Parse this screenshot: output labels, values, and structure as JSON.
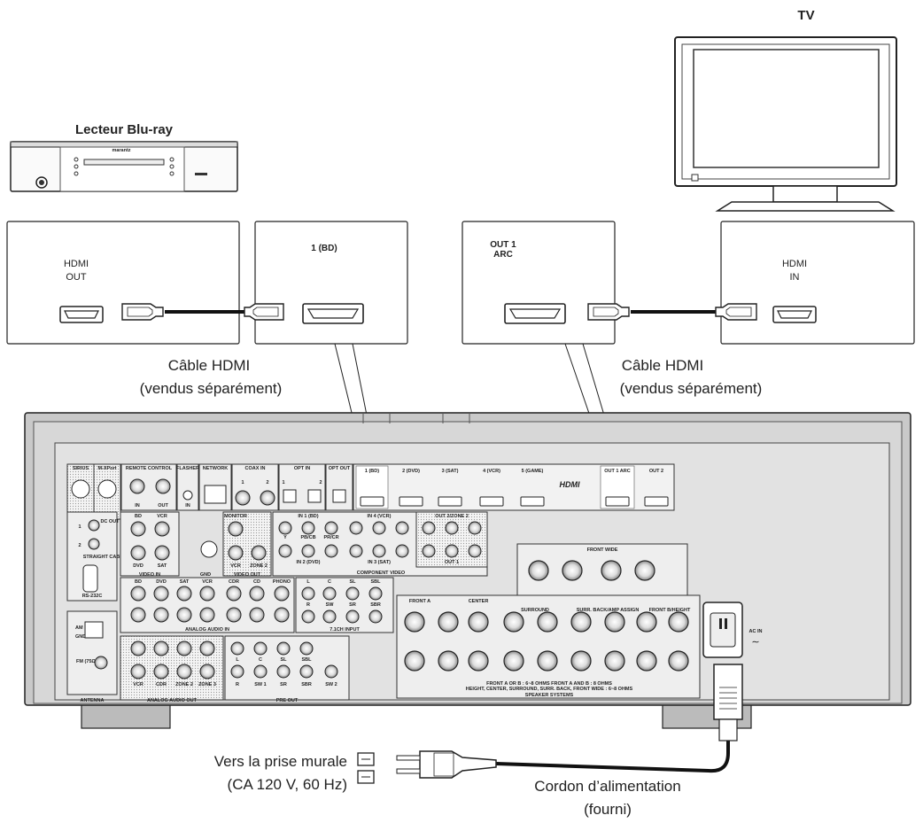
{
  "devices": {
    "bluray": {
      "title": "Lecteur Blu-ray",
      "logo": "marantz"
    },
    "tv": {
      "title": "TV"
    }
  },
  "callouts": {
    "bd_out": {
      "line1": "HDMI",
      "line2": "OUT"
    },
    "avr_in": {
      "label": "1 (BD)"
    },
    "avr_out": {
      "line1": "OUT 1",
      "line2": "ARC"
    },
    "tv_in": {
      "line1": "HDMI",
      "line2": "IN"
    }
  },
  "cables": {
    "left": {
      "line1": "Câble HDMI",
      "line2": "(vendus séparément)"
    },
    "right": {
      "line1": "Câble HDMI",
      "line2": "(vendus séparément)"
    }
  },
  "power": {
    "wall_line1": "Vers la prise murale",
    "wall_line2": "(CA 120 V, 60 Hz)",
    "cord_line1": "Cordon d’alimentation",
    "cord_line2": "(fourni)"
  },
  "receiver": {
    "top_labels": {
      "sirius": "SIRIUS",
      "mxport": "M-XPort",
      "remote": "REMOTE CONTROL",
      "flasher": "FLASHER",
      "network": "NETWORK",
      "coax_in": "COAX IN",
      "opt_in": "OPT IN",
      "opt_out": "OPT OUT",
      "in": "IN",
      "out": "OUT",
      "c1": "1",
      "c2": "2"
    },
    "hdmi_inputs": [
      "1 (BD)",
      "2 (DVD)",
      "3 (SAT)",
      "4 (VCR)",
      "5 (GAME)"
    ],
    "hdmi_logo": "HDMI",
    "hdmi_outputs": [
      "OUT 1 ARC",
      "OUT 2"
    ],
    "dc_out": "DC OUT",
    "straight_cable": "STRAIGHT CABLE",
    "rs232c": "RS-232C",
    "video_in": {
      "group": "VIDEO IN",
      "labels": [
        "BD",
        "VCR",
        "DVD",
        "SAT"
      ]
    },
    "gnd": "GND",
    "video_out": {
      "group": "VIDEO OUT",
      "top": "MONITOR",
      "labels": [
        "VCR",
        "ZONE 2"
      ]
    },
    "component": {
      "group": "COMPONENT VIDEO",
      "in1": "IN 1 (BD)",
      "in2": "IN 2 (DVD)",
      "in4": "IN 4 (VCR)",
      "in3": "IN 3 (SAT)",
      "out2": "OUT 2/ZONE 2",
      "out1": "OUT 1",
      "cols": [
        "Y",
        "PB/CB",
        "PR/CR"
      ]
    },
    "analog_audio_in": {
      "group": "ANALOG AUDIO IN",
      "labels": [
        "BD",
        "DVD",
        "SAT",
        "VCR",
        "CDR",
        "CD",
        "PHONO"
      ]
    },
    "ch71_input": {
      "group": "7.1CH INPUT",
      "top": [
        "L",
        "C",
        "SL",
        "SBL"
      ],
      "bottom": [
        "R",
        "SW",
        "SR",
        "SBR"
      ]
    },
    "analog_audio_out": {
      "group": "ANALOG AUDIO OUT",
      "labels": [
        "VCR",
        "CDR",
        "ZONE 2",
        "ZONE 3"
      ]
    },
    "pre_out": {
      "group": "PRE OUT",
      "top": [
        "L",
        "C",
        "SL",
        "SBL"
      ],
      "bottom": [
        "R",
        "SW 1",
        "SR",
        "SBR",
        "SW 2"
      ]
    },
    "antenna": {
      "group": "ANTENNA",
      "am": "AM",
      "gnd": "GND",
      "fm": "FM (75Ω)"
    },
    "speakers": {
      "group": "SPEAKER SYSTEMS",
      "front_wide": "FRONT WIDE",
      "front_a": "FRONT A",
      "center": "CENTER",
      "surround": "SURROUND",
      "surr_back": "SURR. BACK/AMP ASSIGN",
      "front_b": "FRONT B/HEIGHT",
      "imp1": "FRONT A  OR  B : 6~8 OHMS      FRONT A  AND  B : 8 OHMS",
      "imp2": "HEIGHT, CENTER, SURROUND, SURR. BACK, FRONT WIDE : 6~8 OHMS"
    },
    "ac_in": "AC IN"
  }
}
